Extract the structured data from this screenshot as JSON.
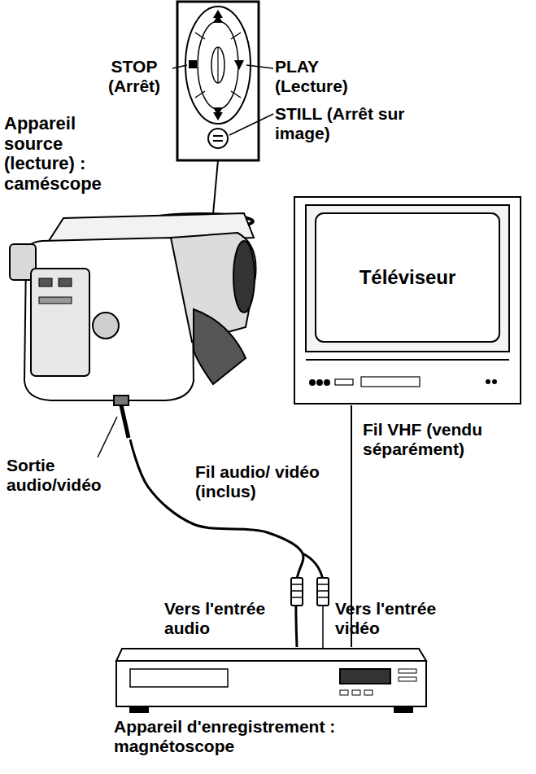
{
  "diagram": {
    "nodes": [
      {
        "text": [
          "Appareil source (lecture) : caméscope"
        ]
      },
      {
        "text": [
          "Téléviseur"
        ]
      },
      {
        "text": [
          "Appareil d'enregistrement : magnétoscope"
        ]
      }
    ],
    "edges": [
      {
        "from": 0,
        "to": 2,
        "label": "Fil audio/ vidéo (inclus)",
        "arrow": "none"
      },
      {
        "from": 1,
        "to": 2,
        "label": "Fil VHF (vendu séparément)",
        "arrow": "none"
      }
    ],
    "labels": [
      "STOP (Arrêt)",
      "PLAY (Lecture)",
      "STILL (Arrêt sur image)",
      "Sortie audio/vidéo",
      "Vers l'entrée audio",
      "Vers l'entrée vidéo"
    ]
  }
}
